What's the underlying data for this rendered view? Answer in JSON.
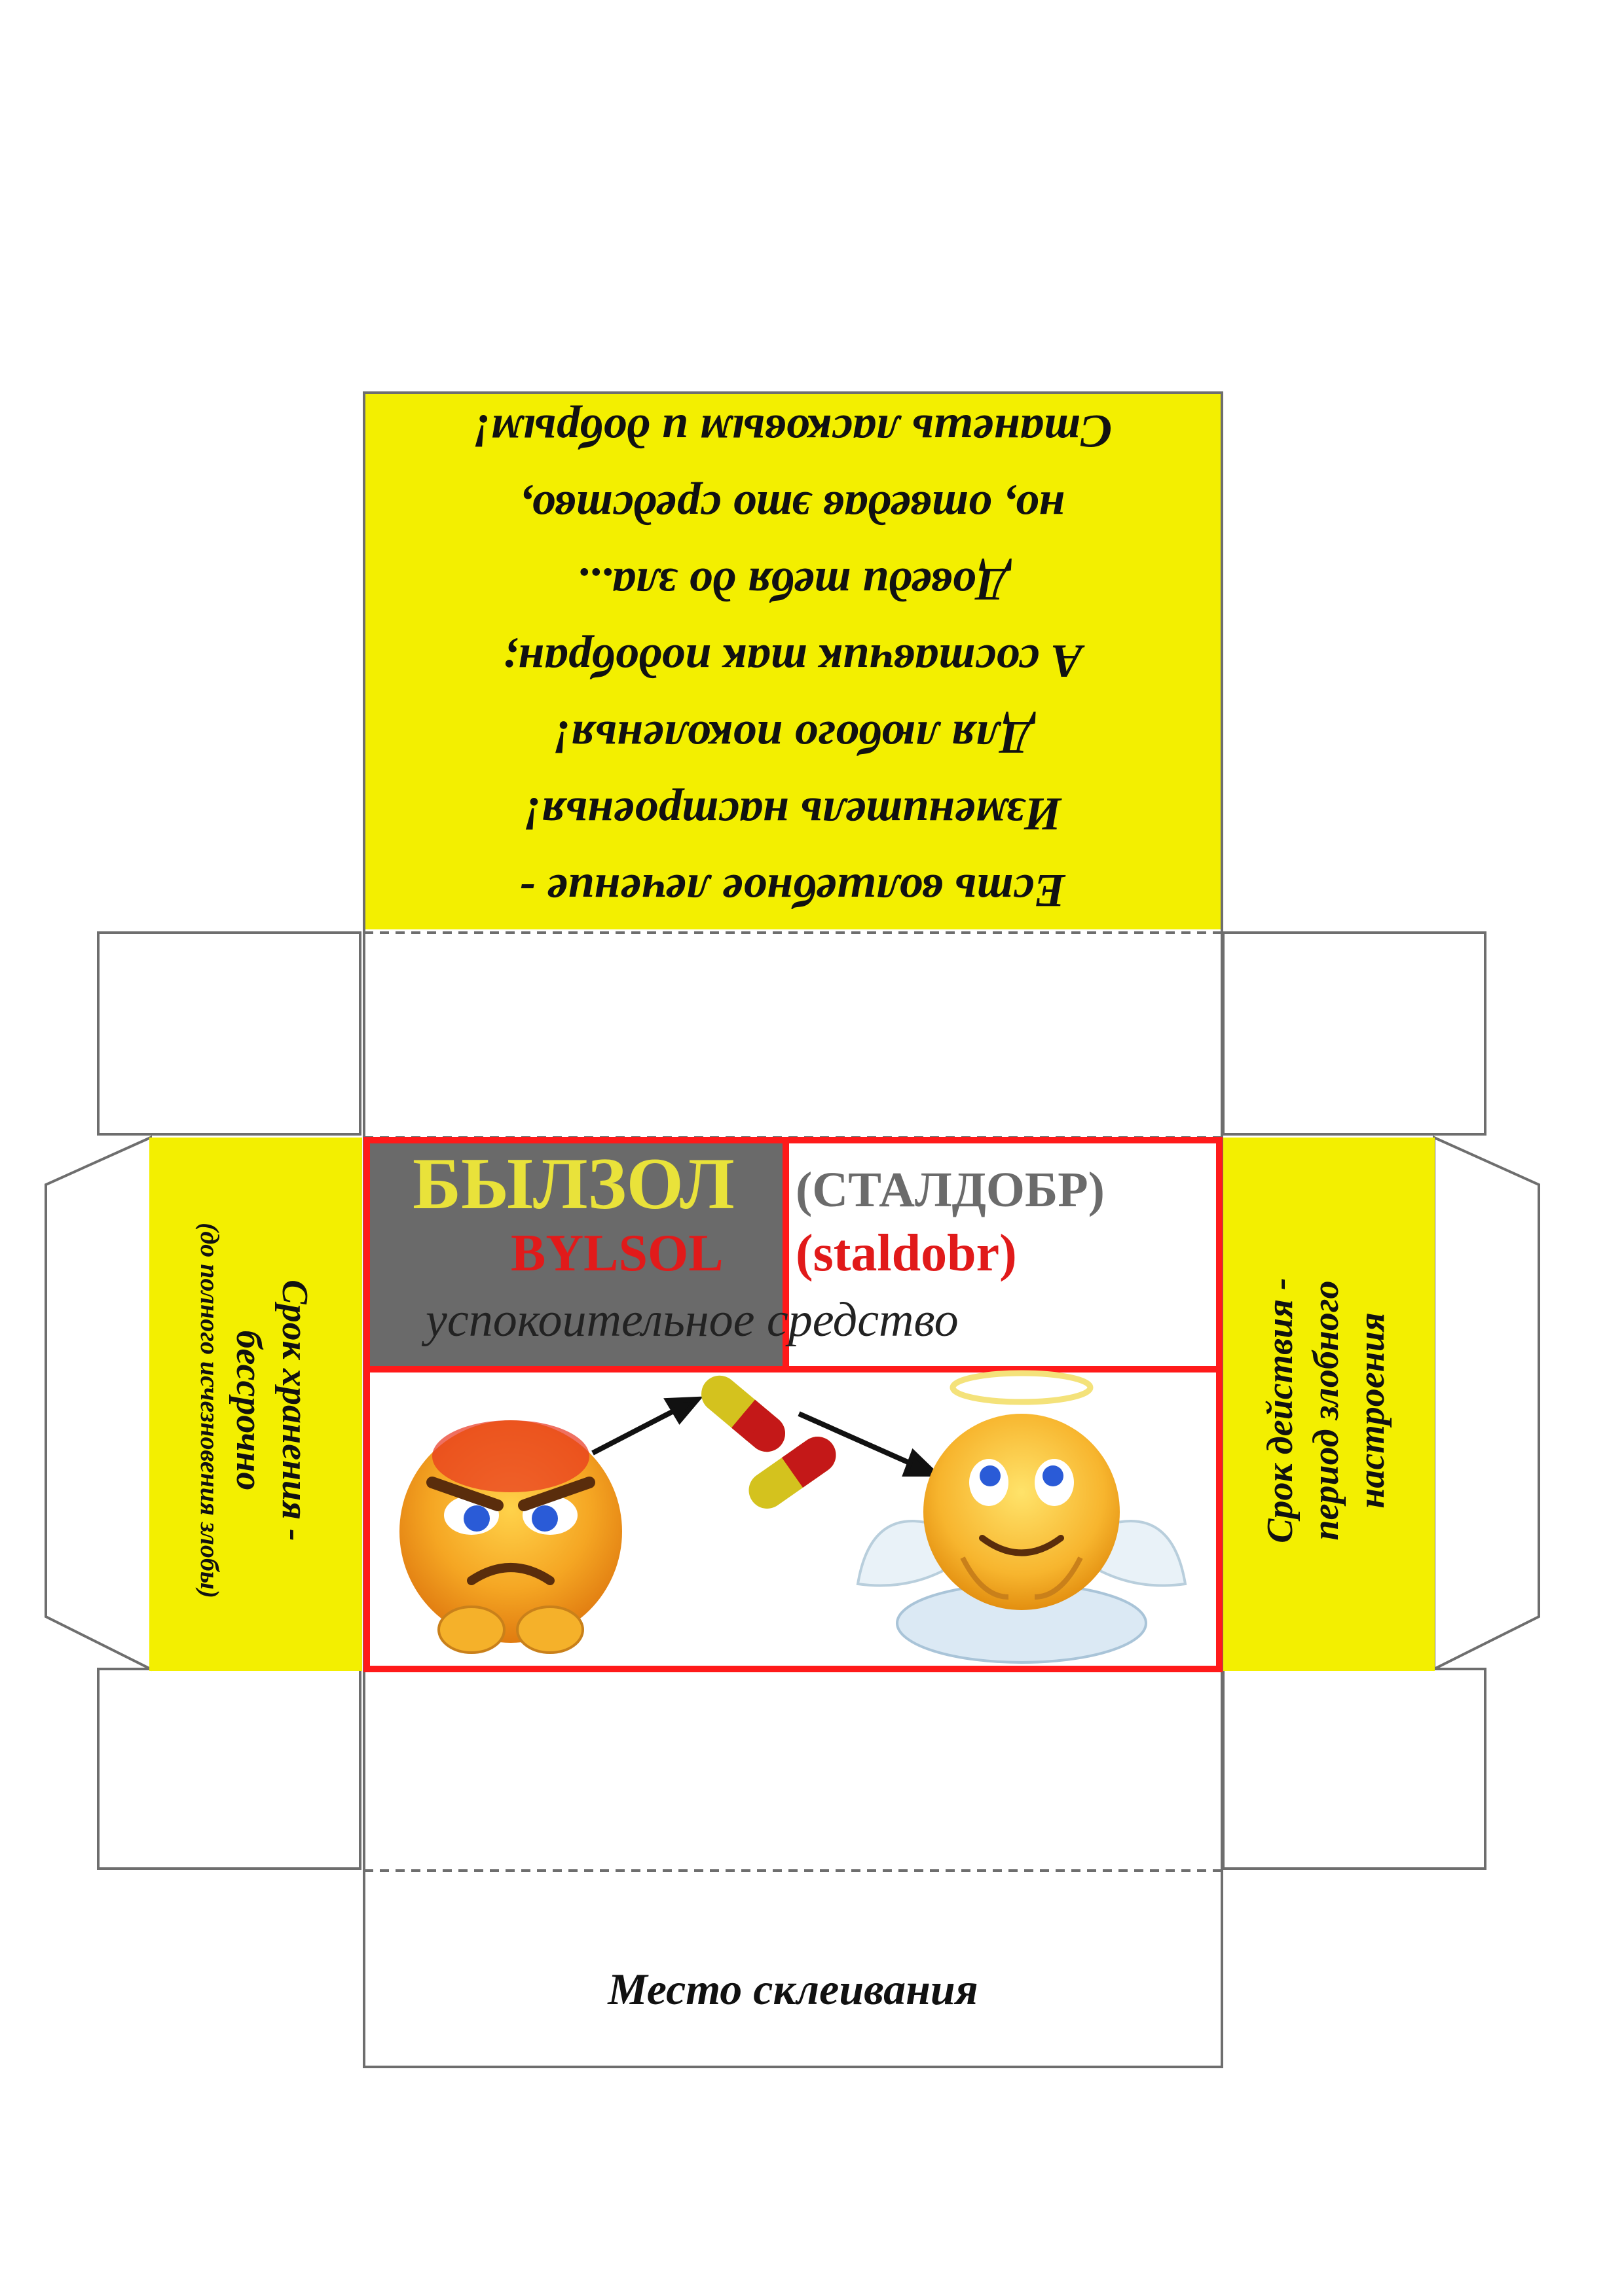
{
  "colors": {
    "panel_yellow": "#f3ef00",
    "frame_red": "#ff1a1a",
    "dark_gray": "#6a6a6a",
    "outline": "#6e6e6e"
  },
  "poem": {
    "lines": [
      "Есть волшебное лечение -",
      "Изменитель настроенья!",
      "Для любого поколенья!",
      "А составчик так подобран;",
      "Доведи тебя до зла...",
      "но, отведав это средство,",
      "Станешь ласковым и добрым!"
    ]
  },
  "front": {
    "name_ru": "БЫЛЗОЛ",
    "name_ru_alt": "(СТАЛДОБР)",
    "name_lat": "BYLSOL",
    "name_lat_alt": "(staldobr)",
    "subtitle": "успокоительное средство",
    "icons": {
      "before": "angry-emoji-icon",
      "pills": "capsule-icon",
      "after": "angel-emoji-icon",
      "arrow": "arrow-icon"
    }
  },
  "left_side": {
    "line1": "Срок хранения -",
    "line2": "бессрочно",
    "line3": "(до полного исчезновения злобы)"
  },
  "right_side": {
    "line1": "Срок действия -",
    "line2": "период злобного",
    "line3": "настроения"
  },
  "glue_area": {
    "label": "Место склеивания"
  }
}
